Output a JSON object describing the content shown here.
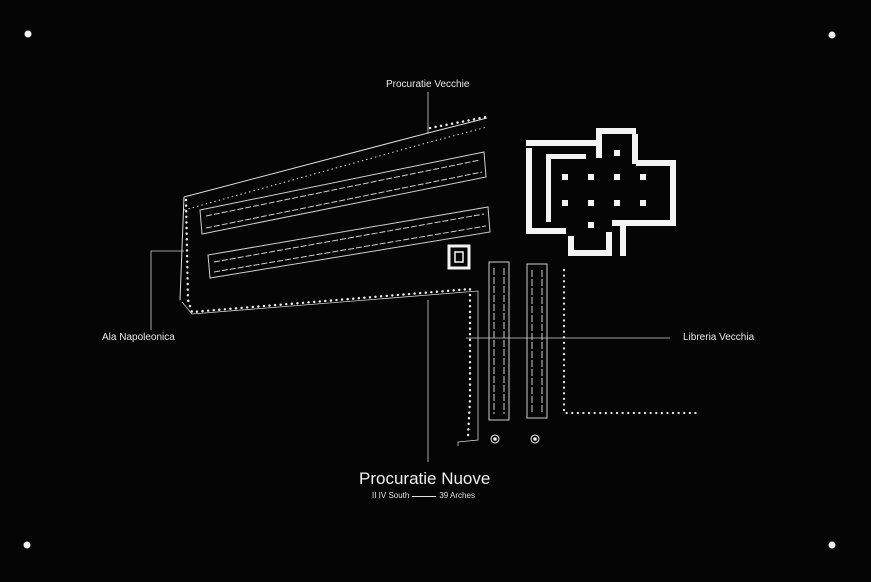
{
  "labels": {
    "procuratie_vecchie": "Procuratie Vecchie",
    "ala_napoleonica": "Ala Napoleonica",
    "libreria_vecchia": "Libreria Vecchia",
    "procuratie_nuove": "Procuratie Nuove"
  },
  "subtitle": {
    "left": "II IV South",
    "right": "39 Arches"
  },
  "colors": {
    "background": "#050505",
    "lines": "#e8e8e8",
    "marker": "#f2f2f2"
  }
}
